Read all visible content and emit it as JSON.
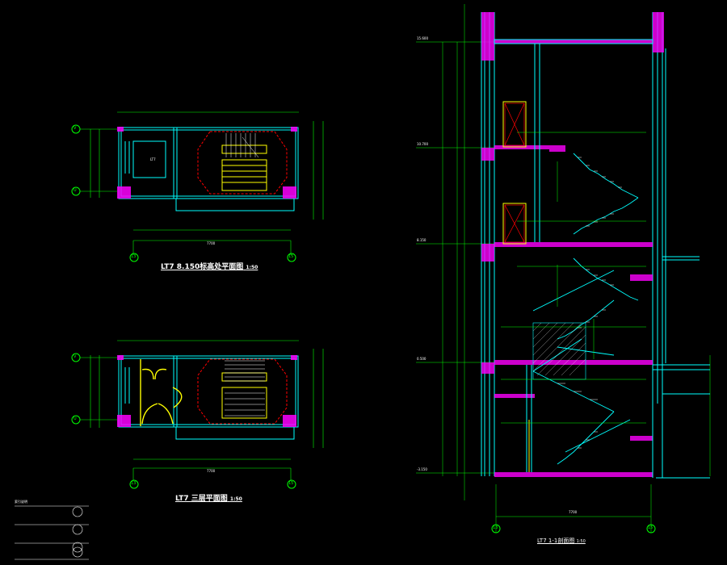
{
  "colors": {
    "background": "#000000",
    "wall": "#00ffff",
    "wall_hatch": "#ff00ff",
    "dimension": "#00ff00",
    "stair": "#ffff00",
    "door": "#ff0000",
    "text": "#ffffff"
  },
  "plan1": {
    "title": "LT7 8.150标高处平面图",
    "scale": "1:50",
    "overall_dim": "7700",
    "room_label": "LT7",
    "axis_left": "13",
    "axis_right": "15",
    "axis_top": "V",
    "axis_bottom": "U"
  },
  "plan2": {
    "title": "LT7 三层平面图",
    "scale": "1:50",
    "overall_dim": "7700",
    "axis_left": "13",
    "axis_right": "15",
    "axis_top": "V",
    "axis_bottom": "U"
  },
  "section": {
    "title": "LT7 1-1剖面图",
    "scale": "1:50",
    "overall_dim": "7700",
    "axis_left": "13",
    "axis_right": "15",
    "levels": [
      "15.600",
      "10.700",
      "8.150",
      "0.500",
      "-3.150"
    ]
  },
  "legend": {
    "title": "索引说明",
    "items": [
      "",
      "",
      "",
      ""
    ]
  }
}
